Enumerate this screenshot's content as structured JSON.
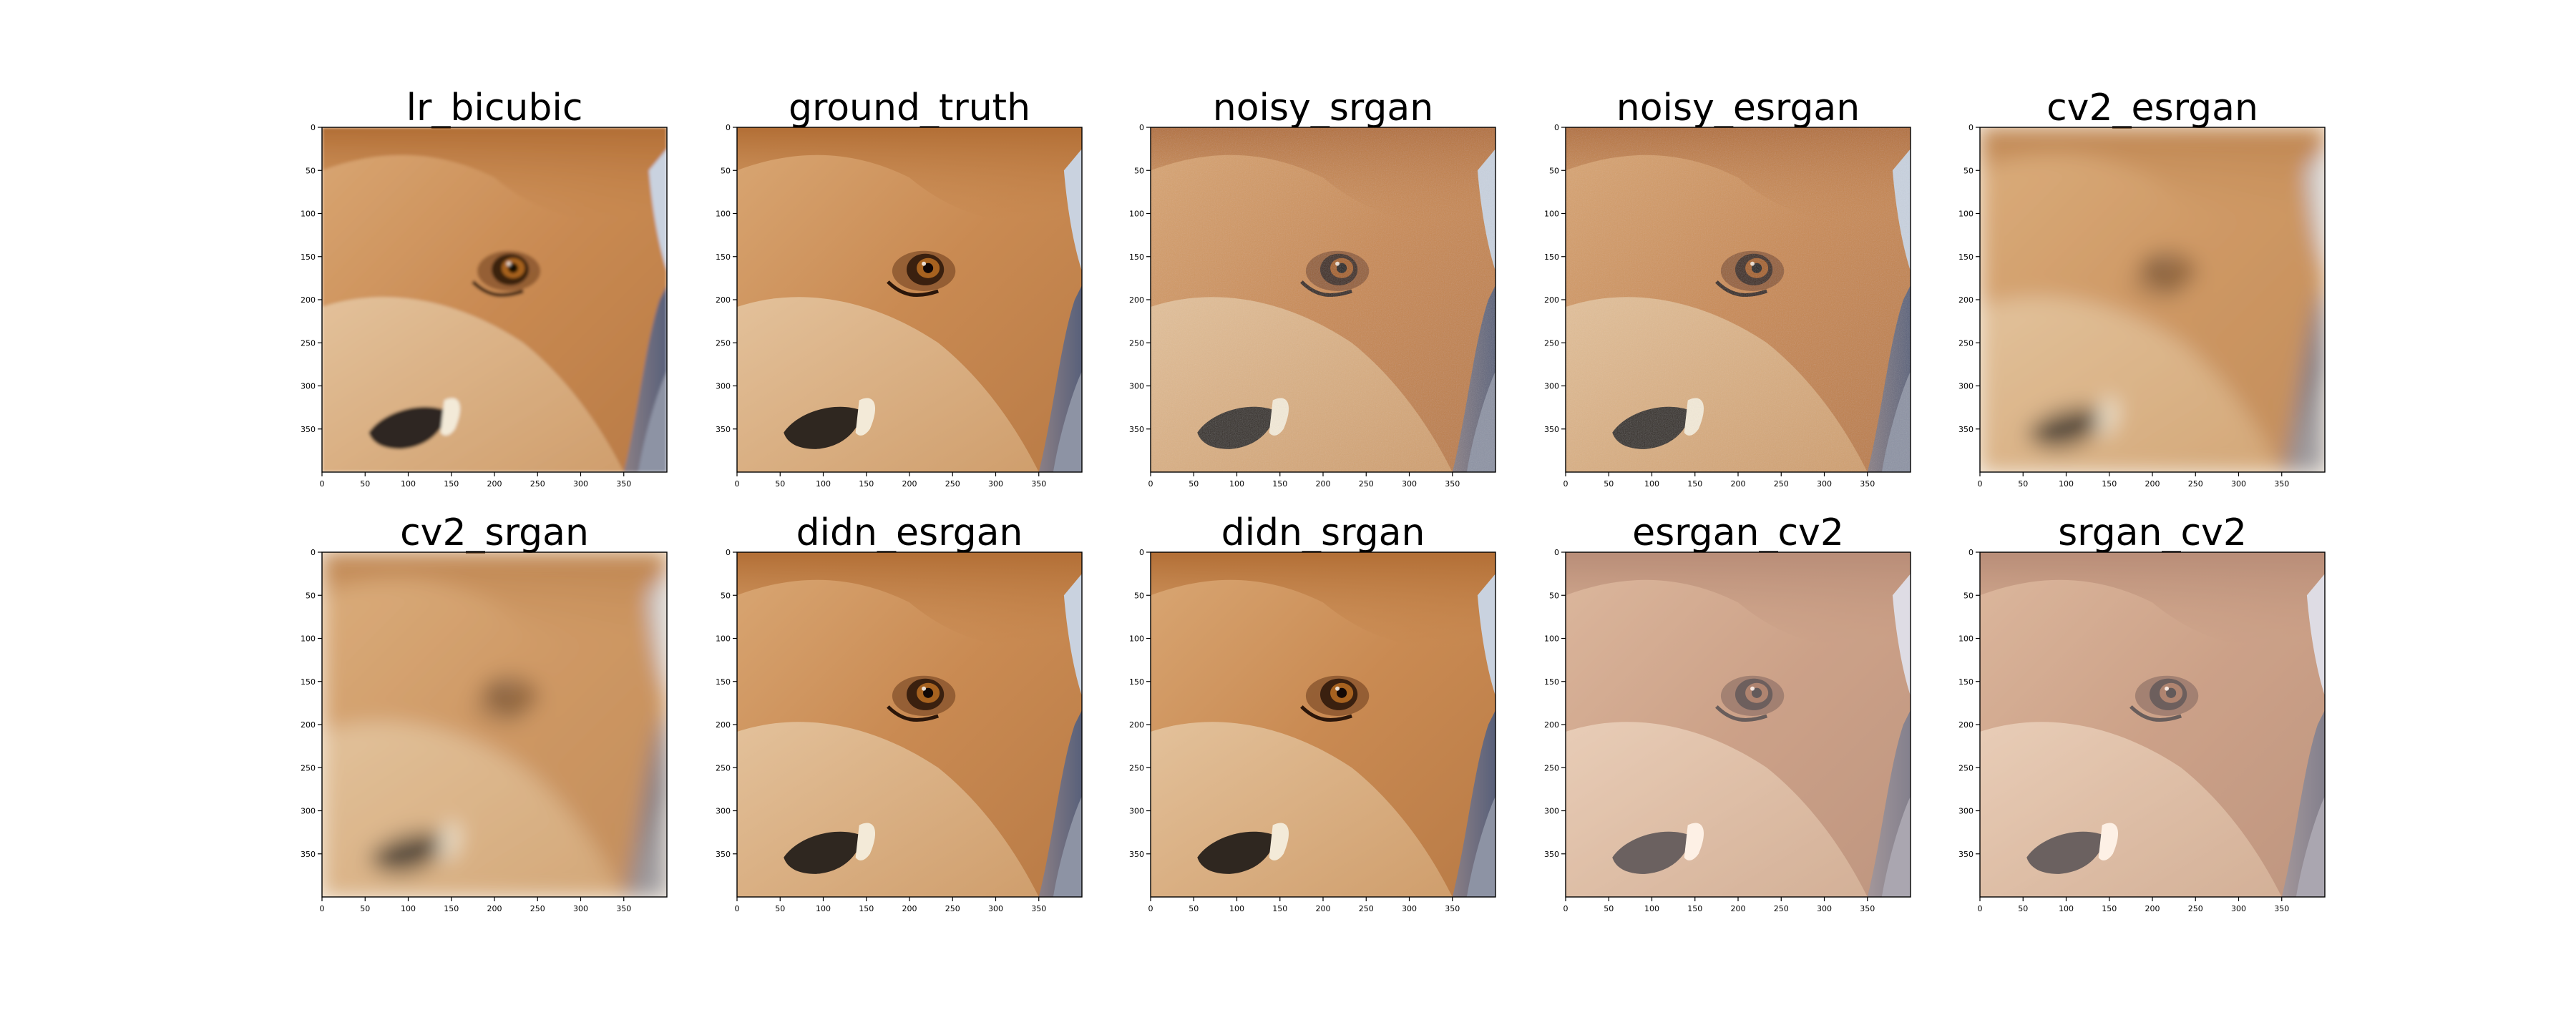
{
  "figure": {
    "panels": [
      {
        "title": "lr_bicubic",
        "style": "bicubic"
      },
      {
        "title": "ground_truth",
        "style": "gt"
      },
      {
        "title": "noisy_srgan",
        "style": "noisy"
      },
      {
        "title": "noisy_esrgan",
        "style": "noisy"
      },
      {
        "title": "cv2_esrgan",
        "style": "blur"
      },
      {
        "title": "cv2_srgan",
        "style": "blur"
      },
      {
        "title": "didn_esrgan",
        "style": "gt"
      },
      {
        "title": "didn_srgan",
        "style": "gt"
      },
      {
        "title": "esrgan_cv2",
        "style": "pale"
      },
      {
        "title": "srgan_cv2",
        "style": "pale"
      }
    ],
    "x_ticks": [
      "0",
      "50",
      "100",
      "150",
      "200",
      "250",
      "300",
      "350"
    ],
    "y_ticks": [
      "0",
      "50",
      "100",
      "150",
      "200",
      "250",
      "300",
      "350"
    ],
    "image_extent": [
      0,
      400
    ],
    "image_content": "close-up photo of a red fox face: orange fur, amber eye, dark nose, blue-grey background on the right",
    "colors": {
      "fur_orange": "#c98a52",
      "fur_light": "#e2bd93",
      "eye": "#3a200f",
      "nose": "#2f2720",
      "background_right": "#6b7386"
    }
  }
}
